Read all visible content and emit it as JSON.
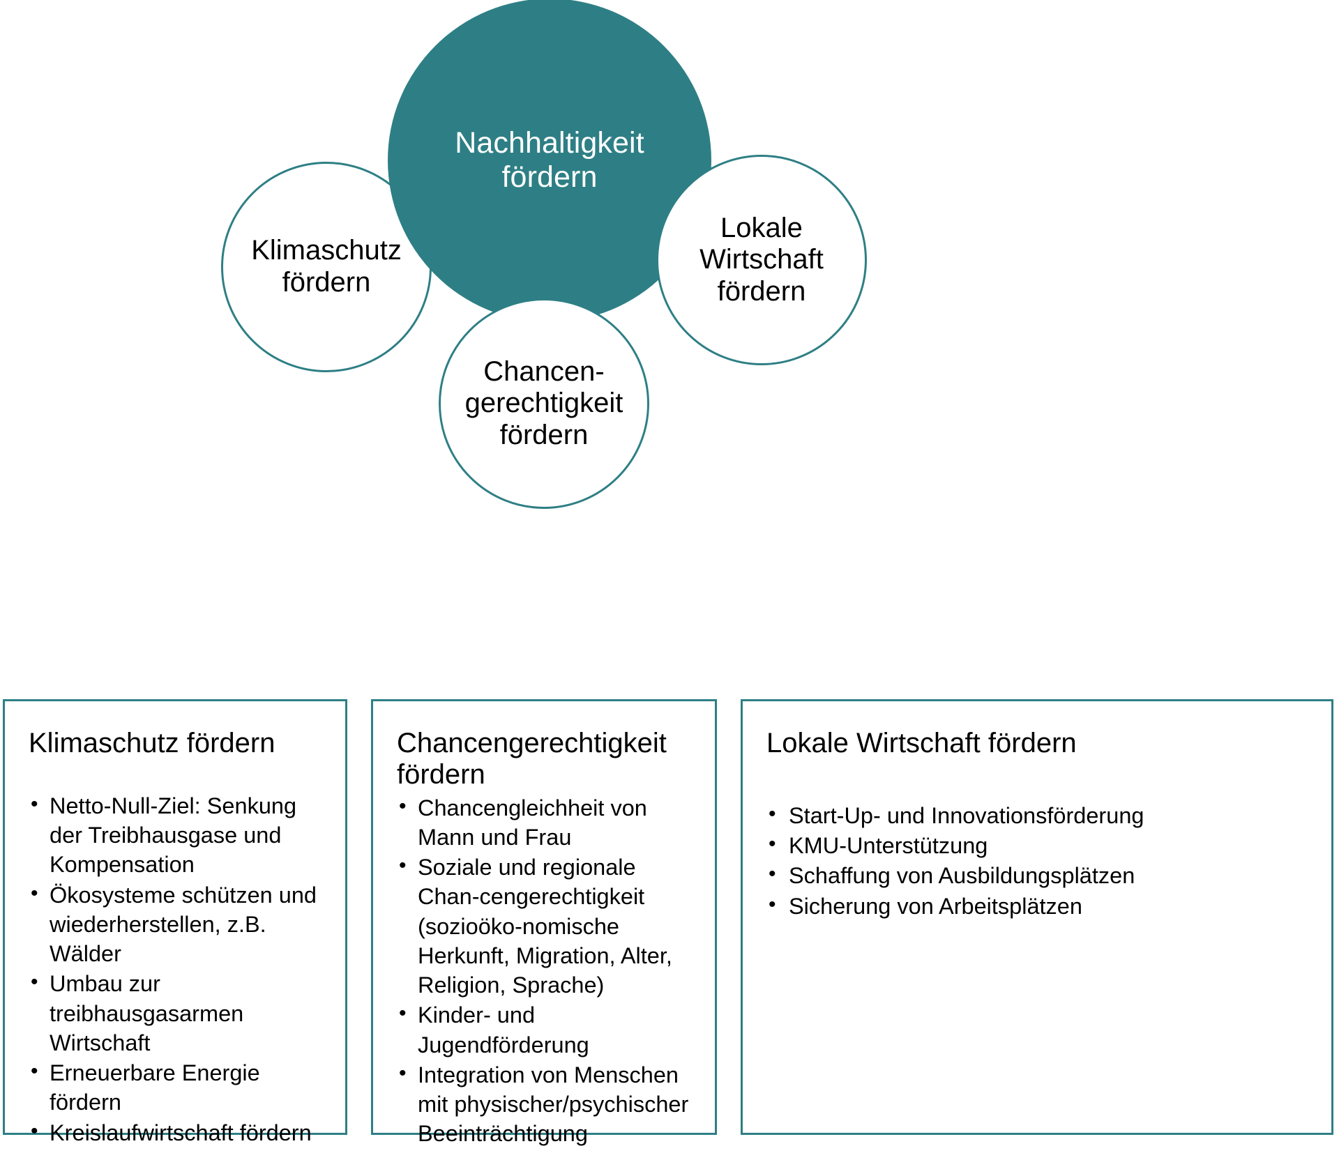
{
  "diagram": {
    "accent_color": "#2e7f85",
    "main_fill_color": "#2e7f85",
    "main_text_color": "#ffffff",
    "circles": [
      {
        "id": "main",
        "label": "Nachhaltigkeit\nfördern",
        "style": "filled"
      },
      {
        "id": "klimaschutz",
        "label": "Klimaschutz\nfördern",
        "style": "outline"
      },
      {
        "id": "lokale",
        "label": "Lokale\nWirtschaft\nfördern",
        "style": "outline"
      },
      {
        "id": "chancen",
        "label": "Chancen-\ngerechtigkeit\nfördern",
        "style": "outline"
      }
    ]
  },
  "boxes": [
    {
      "title": "Klimaschutz fördern",
      "bullets": [
        "Netto-Null-Ziel: Senkung der Treibhausgase und Kompensation",
        "Ökosysteme schützen und wiederherstellen, z.B. Wälder",
        "Umbau zur treibhausgasarmen Wirtschaft",
        "Erneuerbare Energie fördern",
        "Kreislaufwirtschaft fördern"
      ]
    },
    {
      "title": "Chancengerechtigkeit fördern",
      "bullets": [
        "Chancengleichheit von Mann und Frau",
        "Soziale und regionale Chan-cengerechtigkeit (sozioöko-nomische Herkunft, Migration, Alter, Religion, Sprache)",
        "Kinder- und Jugendförderung",
        "Integration von Menschen mit physischer/psychischer Beeinträchtigung"
      ]
    },
    {
      "title": "Lokale Wirtschaft fördern",
      "bullets": [
        "Start-Up- und Innovationsförderung",
        "KMU-Unterstützung",
        "Schaffung von Ausbildungsplätzen",
        "Sicherung von Arbeitsplätzen"
      ]
    }
  ]
}
